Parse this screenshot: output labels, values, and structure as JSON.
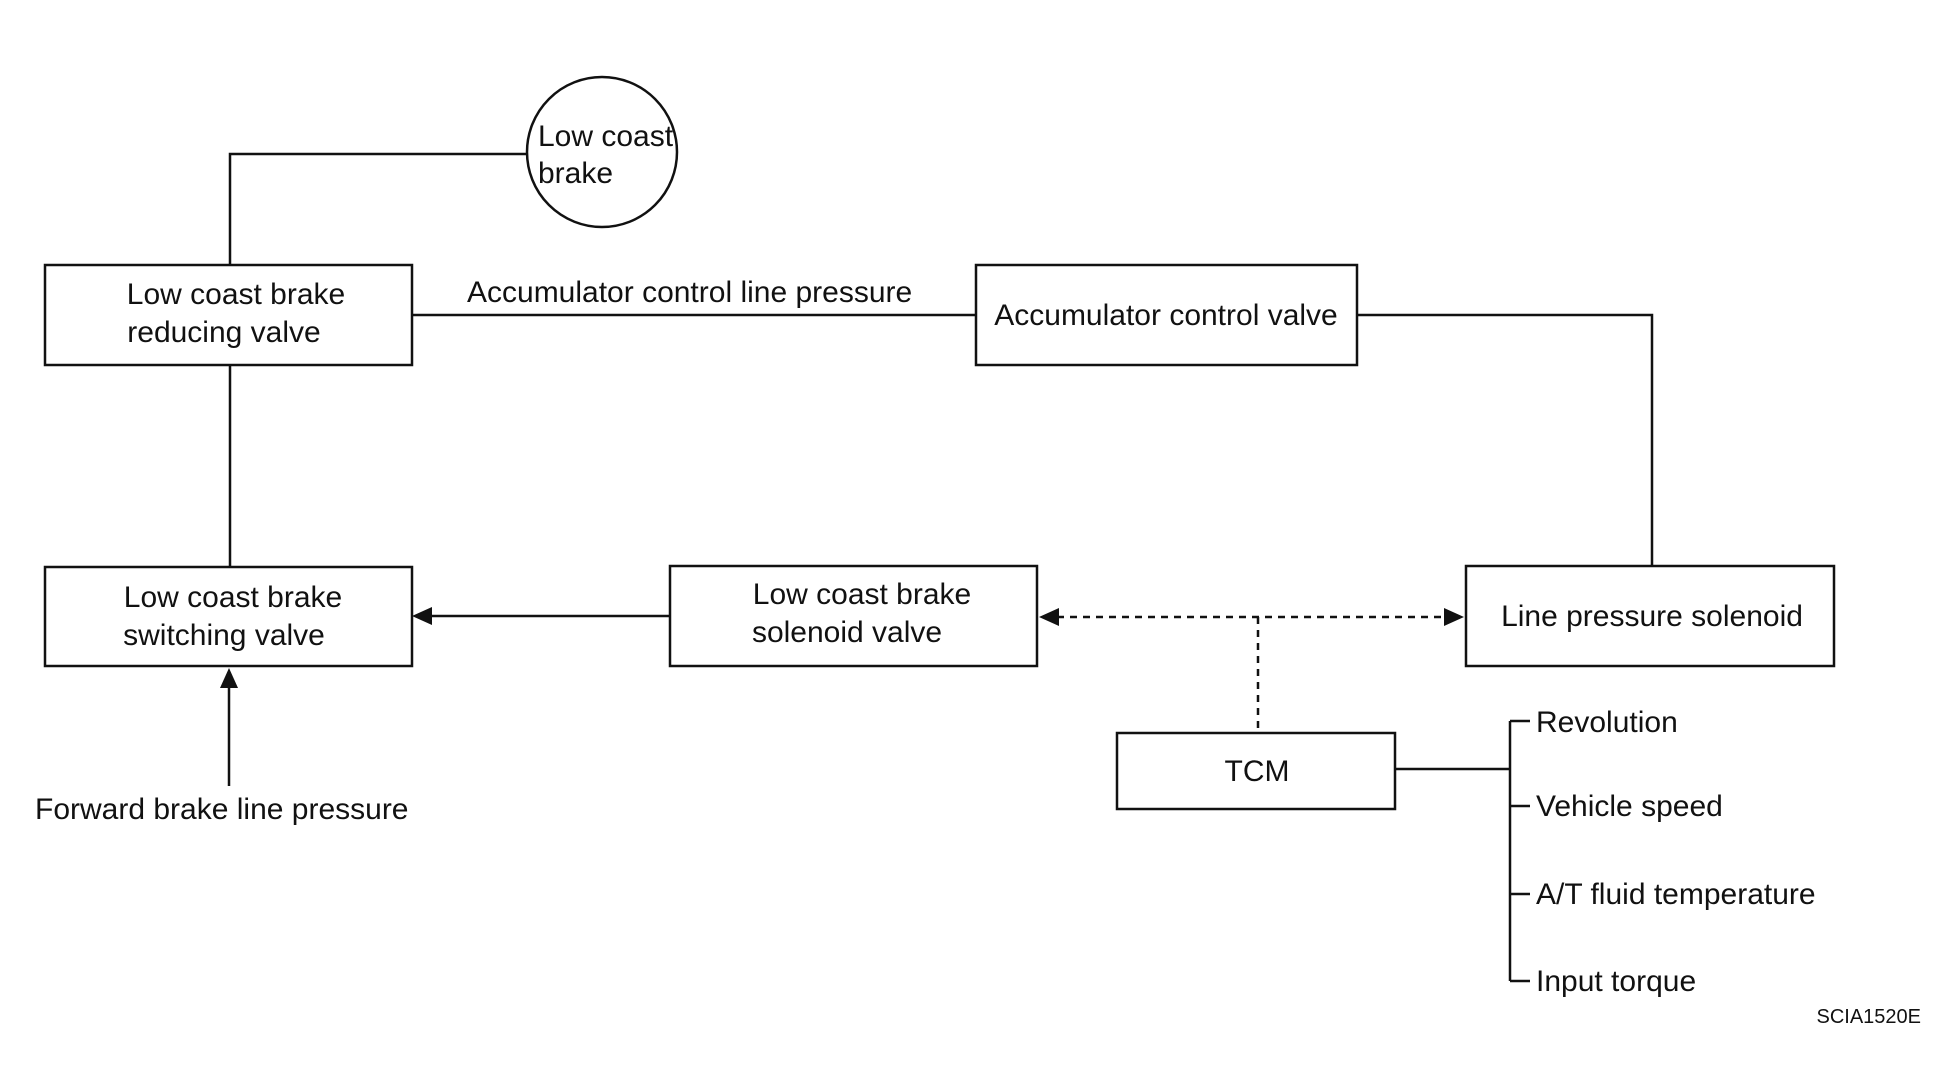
{
  "nodes": {
    "low_coast_brake": {
      "line1": "Low coast",
      "line2": "brake"
    },
    "reducing_valve": {
      "line1": "Low coast brake",
      "line2": "reducing valve"
    },
    "accumulator_control_valve": {
      "label": "Accumulator control valve"
    },
    "switching_valve": {
      "line1": "Low coast brake",
      "line2": "switching valve"
    },
    "solenoid_valve": {
      "line1": "Low coast brake",
      "line2": "solenoid valve"
    },
    "line_pressure_solenoid": {
      "label": "Line pressure solenoid"
    },
    "tcm": {
      "label": "TCM"
    }
  },
  "edge_labels": {
    "accumulator_control_line_pressure": "Accumulator control line pressure",
    "forward_brake_line_pressure": "Forward brake line pressure"
  },
  "tcm_inputs": [
    "Revolution",
    "Vehicle speed",
    "A/T fluid temperature",
    "Input torque"
  ],
  "figure_code": "SCIA1520E"
}
